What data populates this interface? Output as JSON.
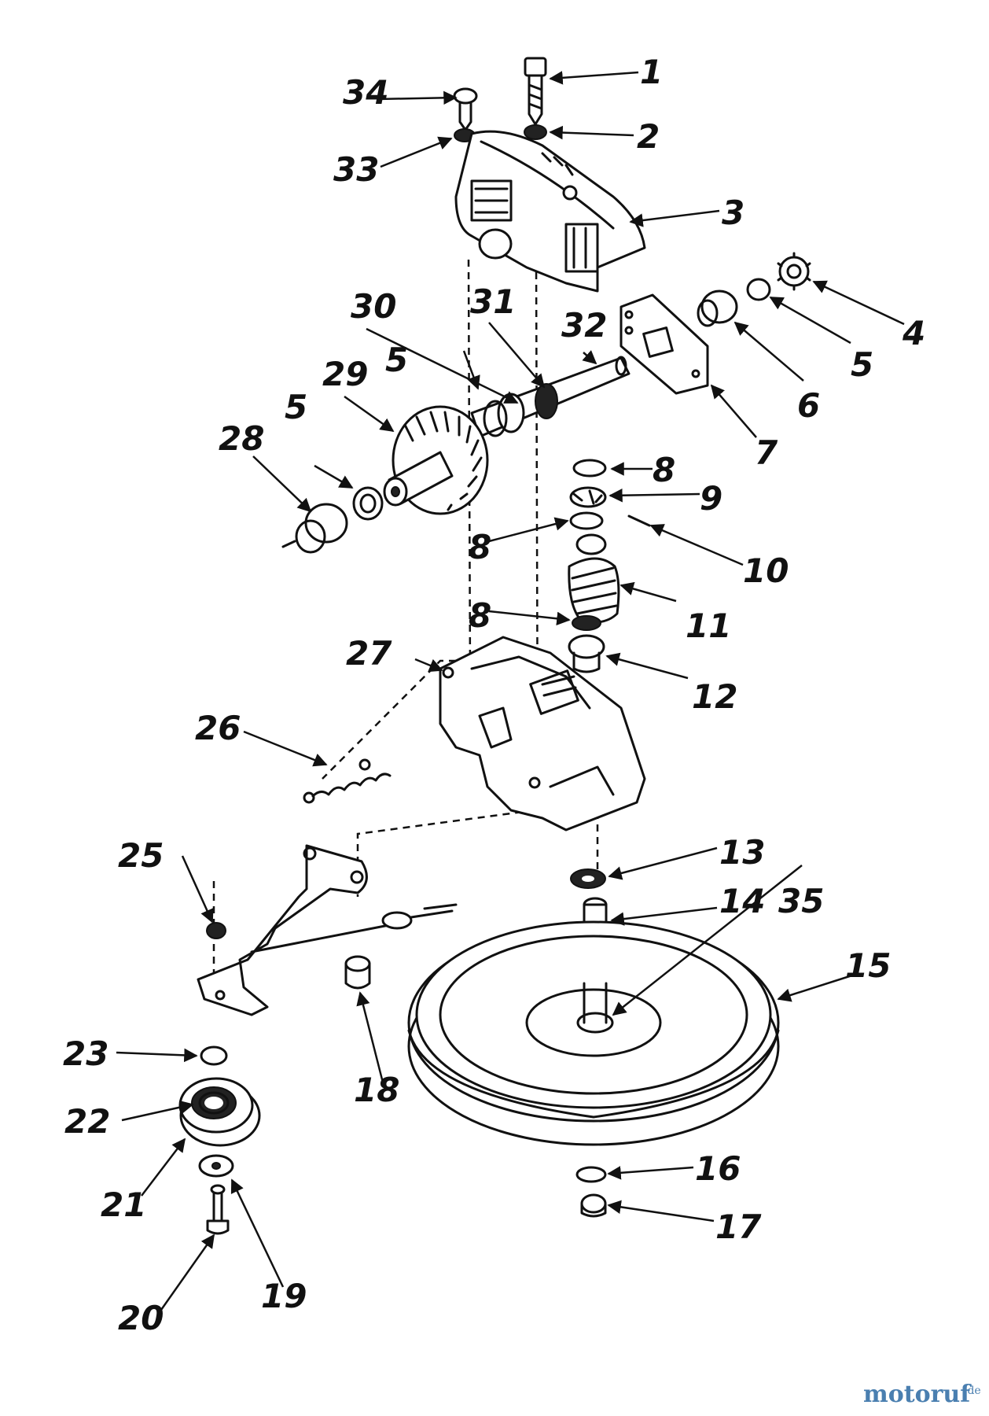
{
  "watermark": {
    "brand": "motoruf",
    "suffix": ".de",
    "color": "#4a7fb0"
  },
  "callouts": {
    "c1": "1",
    "c2": "2",
    "c3": "3",
    "c4": "4",
    "c5a": "5",
    "c5b": "5",
    "c5c": "5",
    "c5d": "5",
    "c6": "6",
    "c7": "7",
    "c8a": "8",
    "c8b": "8",
    "c8c": "8",
    "c9": "9",
    "c10": "10",
    "c11": "11",
    "c12": "12",
    "c13": "13",
    "c14": "14",
    "c15": "15",
    "c16": "16",
    "c17": "17",
    "c18": "18",
    "c19": "19",
    "c20": "20",
    "c21": "21",
    "c22": "22",
    "c23": "23",
    "c25": "25",
    "c26": "26",
    "c27": "27",
    "c28": "28",
    "c29": "29",
    "c30": "30",
    "c31": "31",
    "c32": "32",
    "c33": "33",
    "c34": "34",
    "c35": "35"
  }
}
